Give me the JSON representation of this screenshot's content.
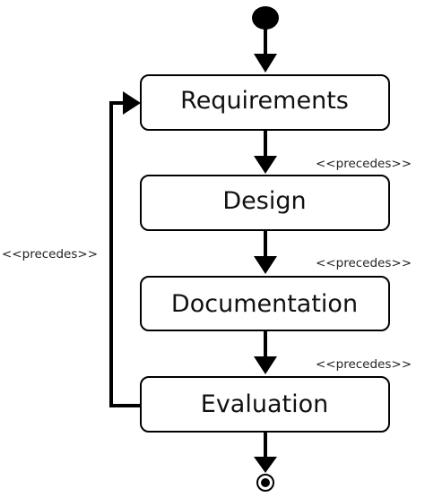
{
  "nodes": {
    "requirements": "Requirements",
    "design": "Design",
    "documentation": "Documentation",
    "evaluation": "Evaluation"
  },
  "edges": {
    "req_to_design": "<<precedes>>",
    "design_to_doc": "<<precedes>>",
    "doc_to_eval": "<<precedes>>",
    "eval_to_req": "<<precedes>>"
  },
  "colors": {
    "stroke": "#000000",
    "text": "#111111"
  }
}
